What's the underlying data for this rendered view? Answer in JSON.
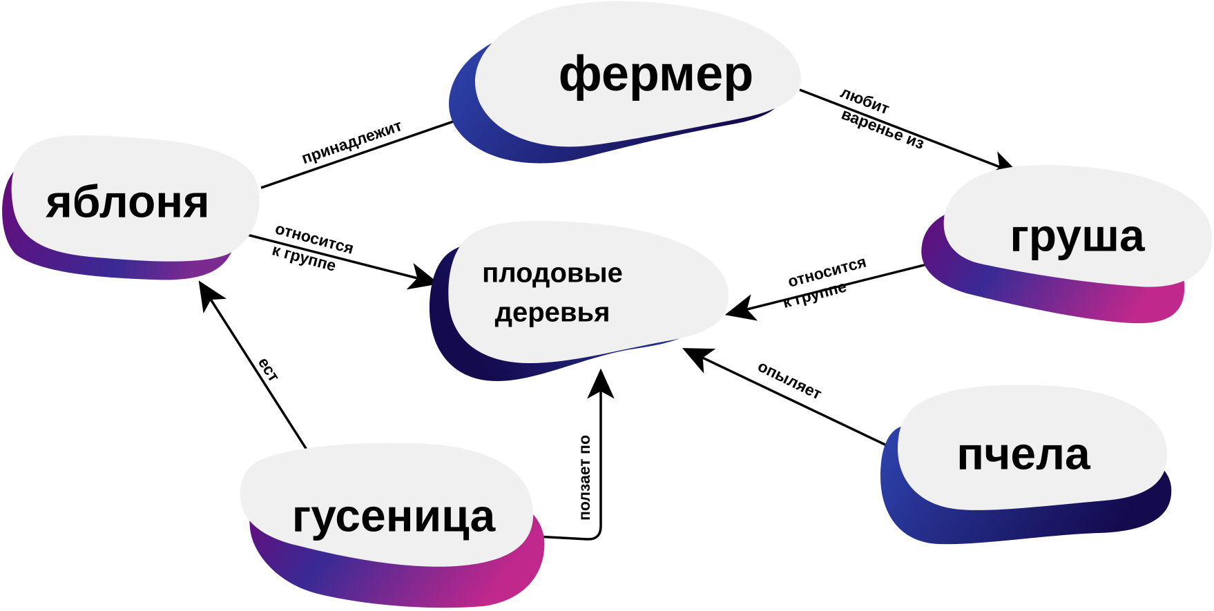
{
  "nodes": {
    "farmer": "фермер",
    "apple_tree": "яблоня",
    "pear": "груша",
    "fruit_trees_line1": "плодовые",
    "fruit_trees_line2": "деревья",
    "caterpillar": "гусеница",
    "bee": "пчела"
  },
  "edges": {
    "belongs_to": "принадлежит",
    "loves_jam_line1": "любит",
    "loves_jam_line2": "варенье из",
    "apple_group_line1": "относится",
    "apple_group_line2": "к группе",
    "pear_group_line1": "относится",
    "pear_group_line2": "к группе",
    "pollinates": "опыляет",
    "eats": "ест",
    "crawls_on": "ползает по"
  },
  "colors": {
    "node_fill": "#f0f0f0",
    "blue": "#2b3fa8",
    "navy": "#150a50",
    "purple": "#6a0a78",
    "pink": "#c0288c"
  }
}
